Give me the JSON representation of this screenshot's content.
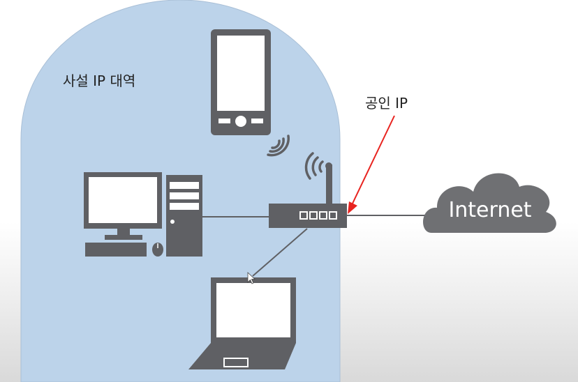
{
  "labels": {
    "private_range": "사설 IP 대역",
    "public_ip": "공인 IP",
    "internet": "Internet"
  },
  "colors": {
    "private_zone": "#bcd3ea",
    "device": "#5f6064",
    "screen": "#ffffff",
    "arrow": "#e8231f",
    "cloud": "#6f7073"
  },
  "icons": [
    "smartphone-icon",
    "wifi-signal-icon",
    "router-icon",
    "desktop-computer-icon",
    "laptop-icon",
    "cloud-icon",
    "mouse-pointer-icon"
  ]
}
